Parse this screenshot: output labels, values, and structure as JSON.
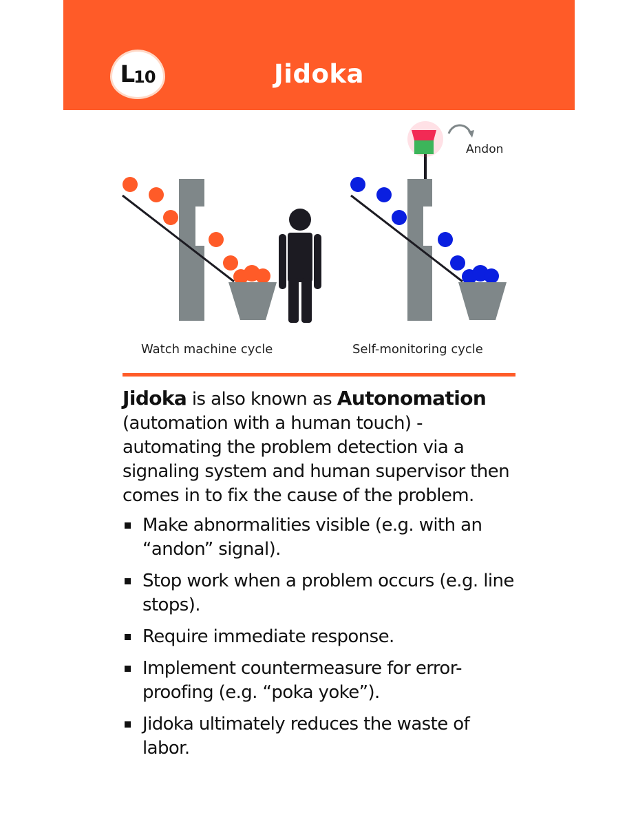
{
  "header": {
    "badge_letter": "L",
    "badge_number": "10",
    "title": "Jidoka",
    "color": "#FF5B28"
  },
  "illustration": {
    "andon_label": "Andon",
    "left_caption": "Watch machine cycle",
    "right_caption": "Self-monitoring cycle",
    "ball_color_left": "#FF5B28",
    "ball_color_right": "#0A1FE0",
    "machine_color": "#7F8789",
    "person_color": "#1C1B22"
  },
  "intro": {
    "term": "Jidoka",
    "mid": " is also known as ",
    "alias": "Autonomation",
    "rest": " (automation with a human touch) - automating the problem detection via a signaling system and human supervisor then comes in to fix the cause of the problem."
  },
  "points": [
    "Make abnormalities visible (e.g. with an “andon” signal).",
    "Stop work when a problem occurs (e.g. line stops).",
    "Require immediate response.",
    "Implement countermeasure for error-proofing (e.g. “poka yoke”).",
    "Jidoka ultimately reduces the waste of labor."
  ]
}
